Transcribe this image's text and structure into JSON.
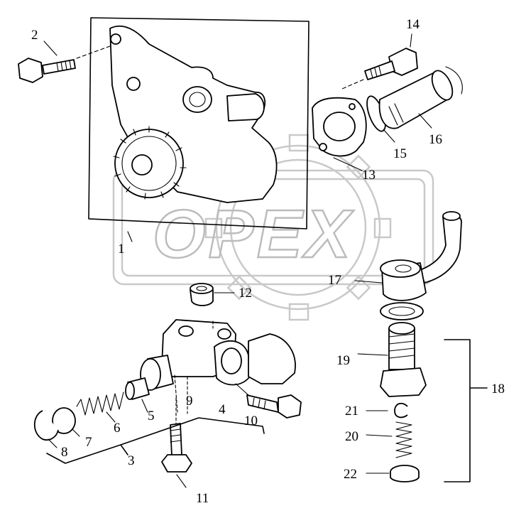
{
  "watermark": {
    "text": "OPEX"
  },
  "labels": {
    "l1": "1",
    "l2": "2",
    "l3": "3",
    "l4": "4",
    "l5": "5",
    "l6": "6",
    "l7": "7",
    "l8": "8",
    "l9": "9",
    "l10": "10",
    "l11": "11",
    "l12": "12",
    "l13": "13",
    "l14": "14",
    "l15": "15",
    "l16": "16",
    "l17": "17",
    "l18": "18",
    "l19": "19",
    "l20": "20",
    "l21": "21",
    "l22": "22"
  }
}
